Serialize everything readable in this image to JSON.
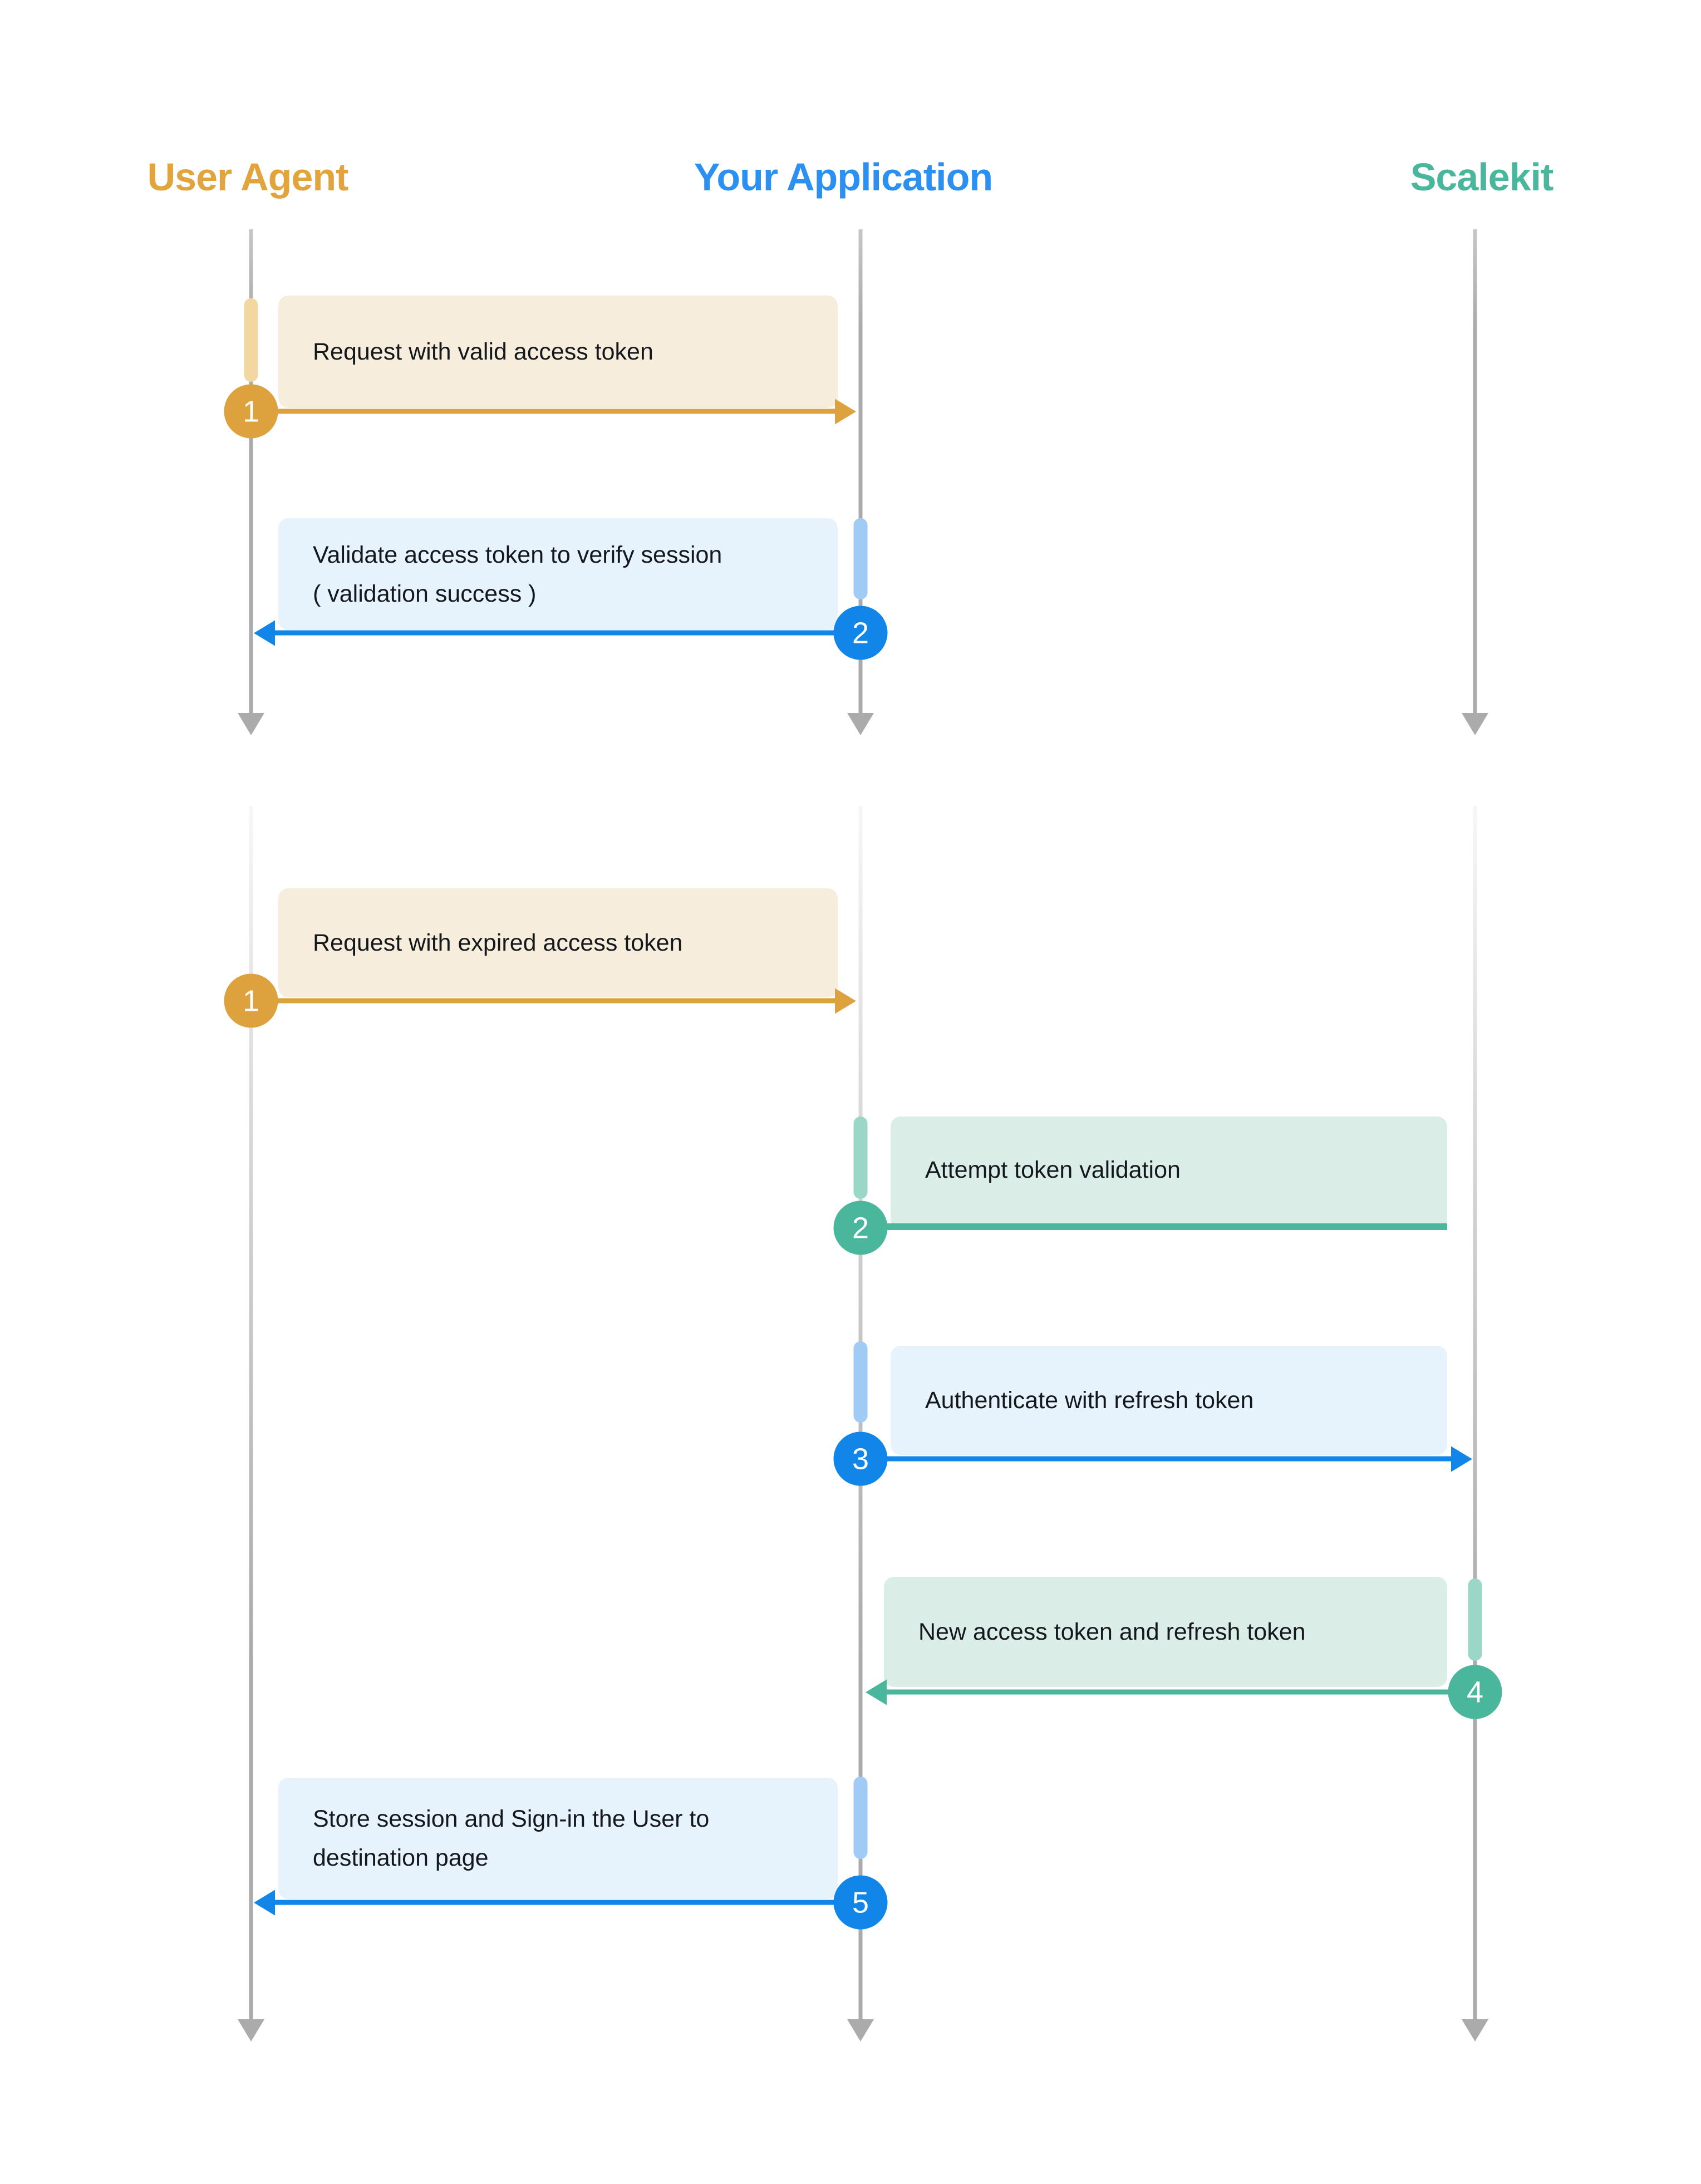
{
  "actors": [
    {
      "id": "user-agent",
      "label": "User Agent",
      "color": "#E2A43D"
    },
    {
      "id": "your-application",
      "label": "Your Application",
      "color": "#2B90F2"
    },
    {
      "id": "scalekit",
      "label": "Scalekit",
      "color": "#4AB79D"
    }
  ],
  "colors": {
    "orange": "#DDA13E",
    "orange_pill": "#F2D7A0",
    "orange_box": "#F7EDDC",
    "blue": "#1285E9",
    "blue_pill": "#9FCBF4",
    "blue_box": "#E6F2FC",
    "teal": "#4AB79D",
    "teal_pill": "#9BD7C6",
    "teal_box": "#DAEEE7",
    "lifeline_gray": "#ABABAB",
    "text": "#14171C",
    "background": "#FFFFFF"
  },
  "sections": [
    {
      "name": "valid-access-token-flow",
      "messages": [
        {
          "num": "1",
          "from": "user-agent",
          "to": "your-application",
          "theme": "orange",
          "lines": [
            "Request with valid access token"
          ]
        },
        {
          "num": "2",
          "from": "your-application",
          "to": "user-agent",
          "theme": "blue",
          "lines": [
            "Validate access token to verify session",
            "( validation success )"
          ]
        }
      ]
    },
    {
      "name": "expired-access-token-flow",
      "messages": [
        {
          "num": "1",
          "from": "user-agent",
          "to": "your-application",
          "theme": "orange",
          "lines": [
            "Request with expired access token"
          ]
        },
        {
          "num": "2",
          "from": "your-application",
          "to": "your-application",
          "theme": "teal",
          "lines": [
            "Attempt token validation"
          ]
        },
        {
          "num": "3",
          "from": "your-application",
          "to": "scalekit",
          "theme": "blue",
          "lines": [
            "Authenticate with refresh token"
          ]
        },
        {
          "num": "4",
          "from": "scalekit",
          "to": "your-application",
          "theme": "teal",
          "lines": [
            "New access token and refresh token"
          ]
        },
        {
          "num": "5",
          "from": "your-application",
          "to": "user-agent",
          "theme": "blue",
          "lines": [
            "Store session and Sign-in the User to",
            "destination page"
          ]
        }
      ]
    }
  ]
}
